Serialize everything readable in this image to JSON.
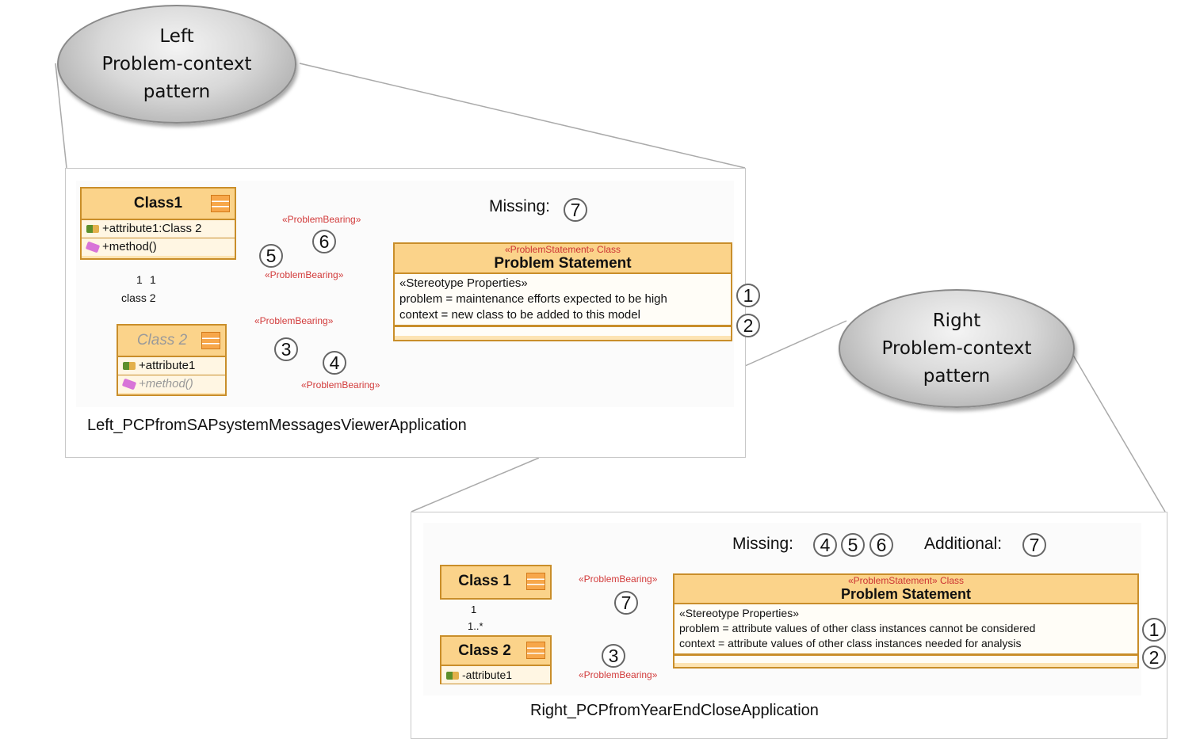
{
  "left_bubble": {
    "lines": [
      "Left",
      "Problem-context",
      "pattern"
    ]
  },
  "right_bubble": {
    "lines": [
      "Right",
      "Problem-context",
      "pattern"
    ]
  },
  "left_panel": {
    "missing_label": "Missing:",
    "missing_numbers": [
      "7"
    ],
    "caption": "Left_PCPfromSAPsystemMessagesViewerApplication",
    "class1": {
      "name": "Class1",
      "attribute": "+attribute1:Class 2",
      "method": "+method()"
    },
    "class2": {
      "name": "Class 2",
      "attribute": "+attribute1",
      "method": "+method()"
    },
    "assoc_mult_a": "1",
    "assoc_mult_b": "1",
    "assoc_role": "class 2",
    "problem_statement": {
      "stereotype": "«ProblemStatement» Class",
      "title": "Problem Statement",
      "props_header": "«Stereotype Properties»",
      "problem": "problem = maintenance efforts expected to be high",
      "context": "context = new class to be added to this model"
    },
    "relation_label": "«ProblemBearing»",
    "numbers": [
      "1",
      "2",
      "3",
      "4",
      "5",
      "6"
    ]
  },
  "right_panel": {
    "missing_label": "Missing:",
    "missing_numbers": [
      "4",
      "5",
      "6"
    ],
    "additional_label": "Additional:",
    "additional_numbers": [
      "7"
    ],
    "caption": "Right_PCPfromYearEndCloseApplication",
    "class1": {
      "name": "Class 1"
    },
    "class2": {
      "name": "Class 2",
      "attribute": "-attribute1"
    },
    "agg_mult_a": "1",
    "agg_mult_b": "1..*",
    "problem_statement": {
      "stereotype": "«ProblemStatement» Class",
      "title": "Problem Statement",
      "props_header": "«Stereotype Properties»",
      "problem": "problem = attribute values of other class instances cannot be considered",
      "context": "context = attribute values of other class instances needed for analysis"
    },
    "relation_label": "«ProblemBearing»",
    "numbers": [
      "1",
      "2",
      "3",
      "7"
    ]
  }
}
